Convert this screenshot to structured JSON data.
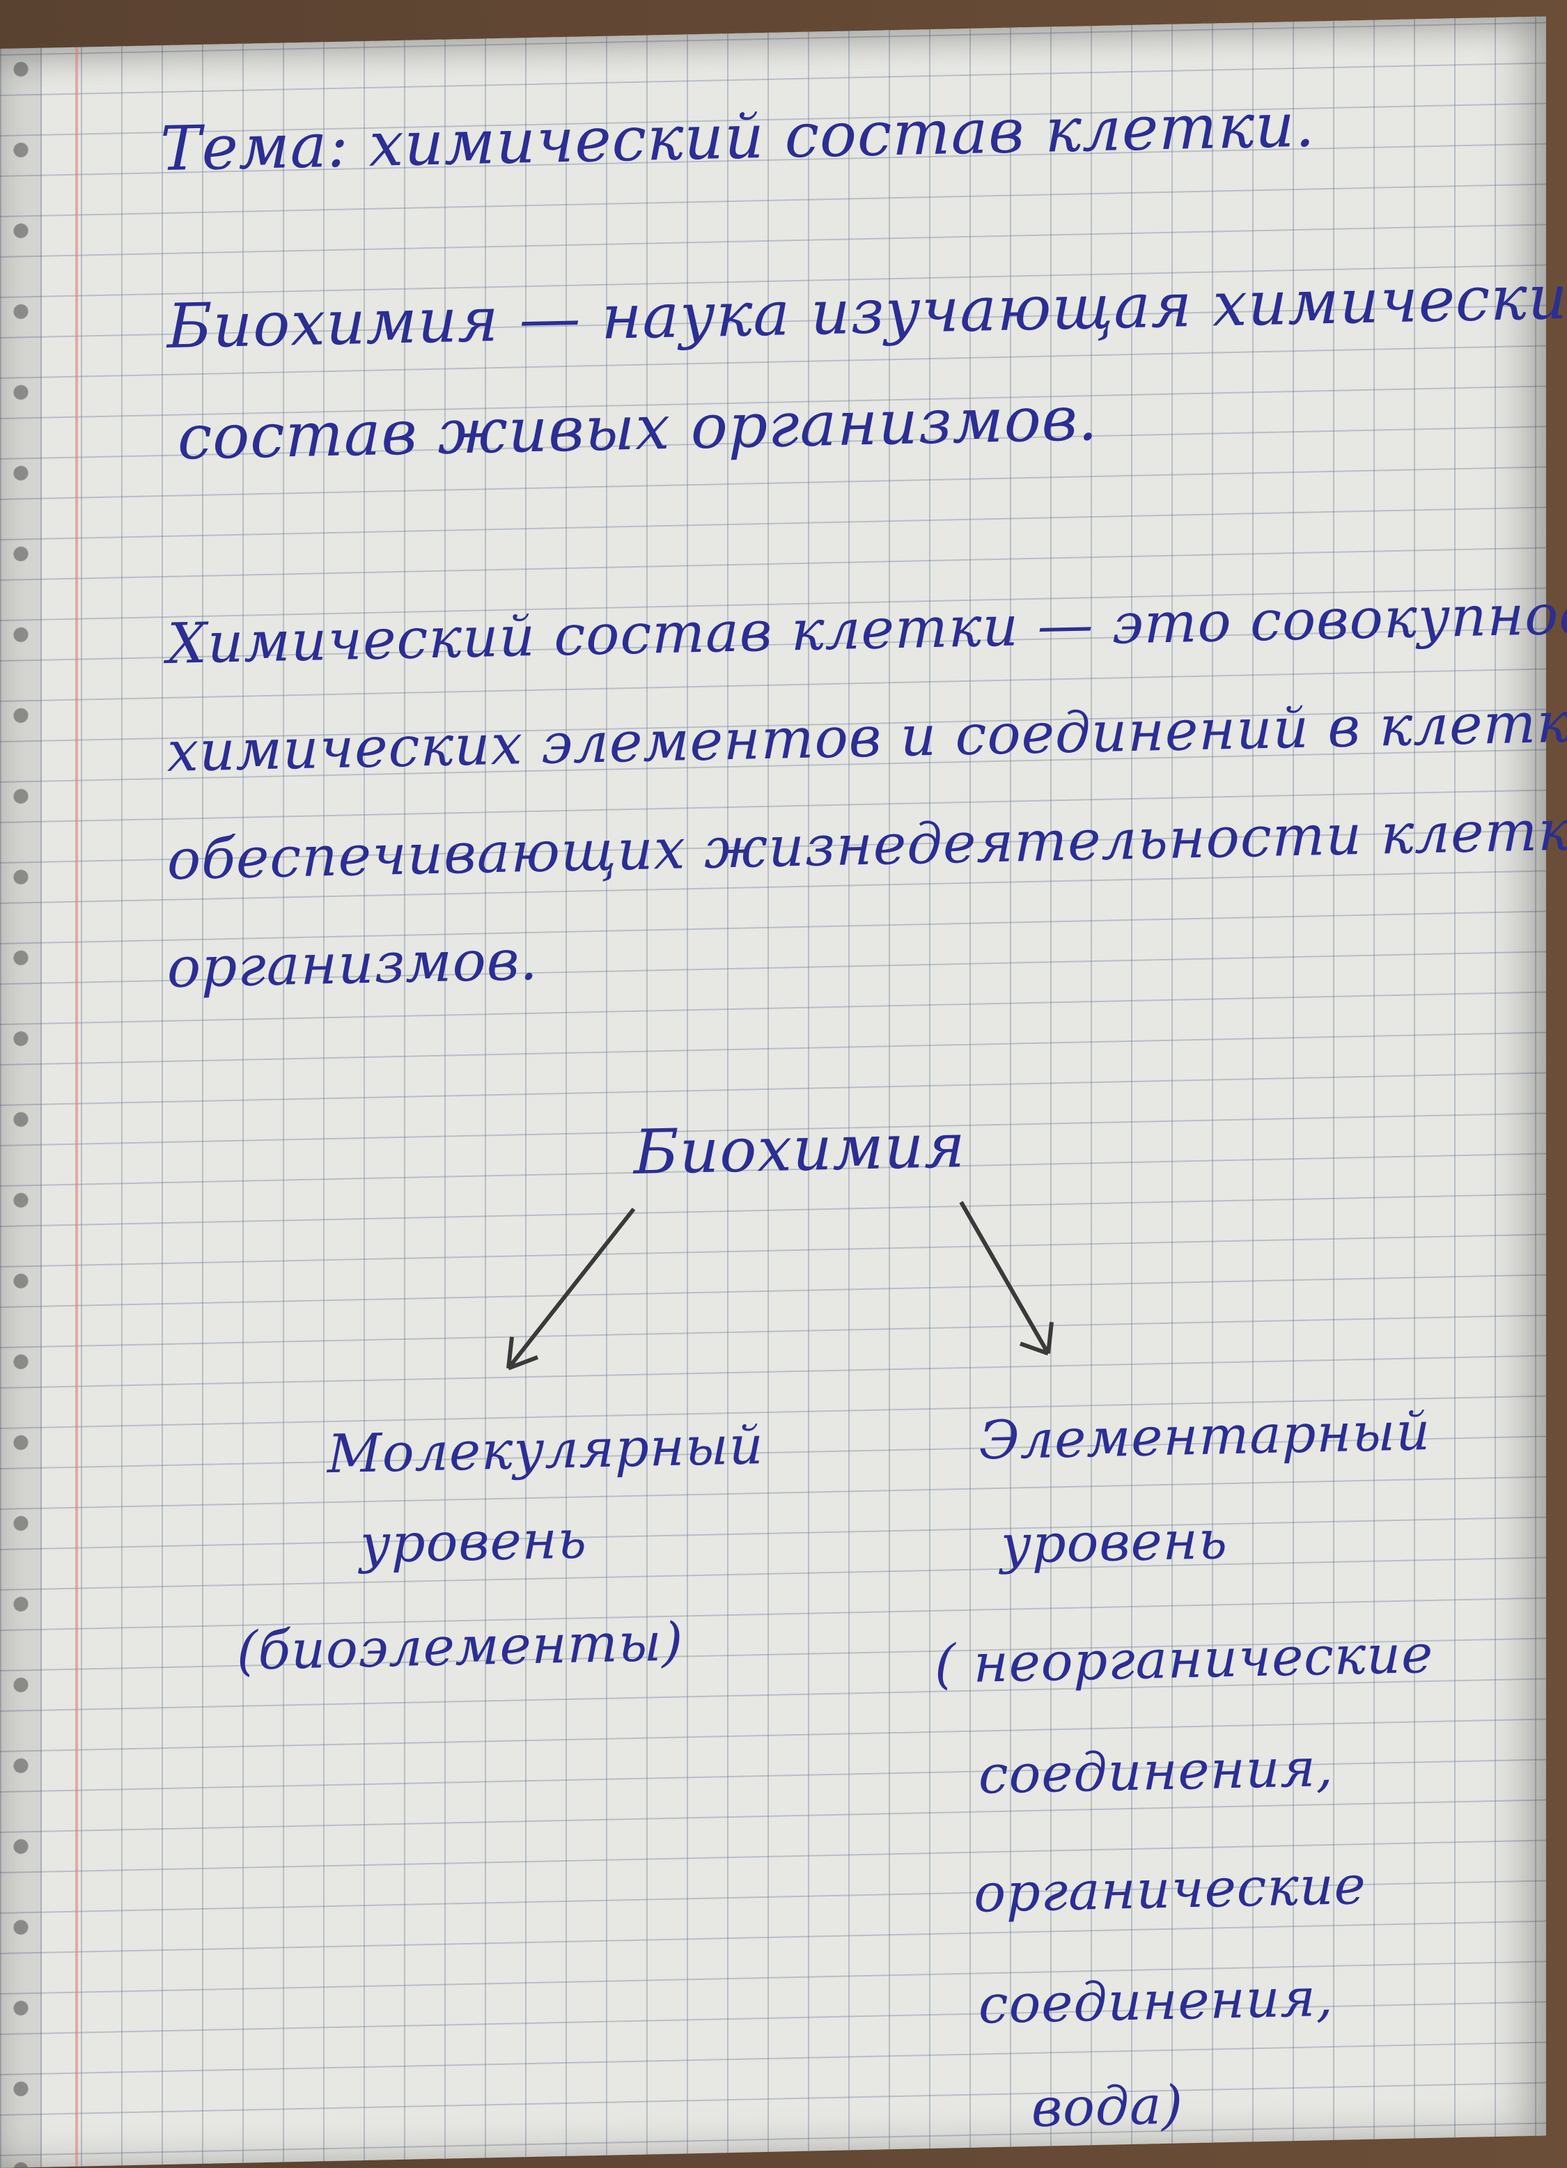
{
  "notebook": {
    "title": "Тема: химический состав клетки.",
    "definition_biochem": {
      "line1": "Биохимия — наука изучающая химический",
      "line2": "состав живых организмов."
    },
    "definition_comp": {
      "line1": "Химический состав клетки — это совокупность",
      "line2": "химических элементов и соединений в клетках,",
      "line3": "обеспечивающих жизнедеятельности клетки и",
      "line4": "организмов."
    },
    "diagram": {
      "root": "Биохимия",
      "left": {
        "line1": "Молекулярный",
        "line2": "уровень",
        "line3": "(биоэлементы)"
      },
      "right": {
        "line1": "Элементарный",
        "line2": "уровень",
        "line3": "( неорганические",
        "line4": "соединения,",
        "line5": "органические",
        "line6": "соединения,",
        "line7": "вода)"
      }
    },
    "ink_color": "#2b2e93",
    "paper_color": "#e7e7e3",
    "margin_color": "#dc7878"
  }
}
